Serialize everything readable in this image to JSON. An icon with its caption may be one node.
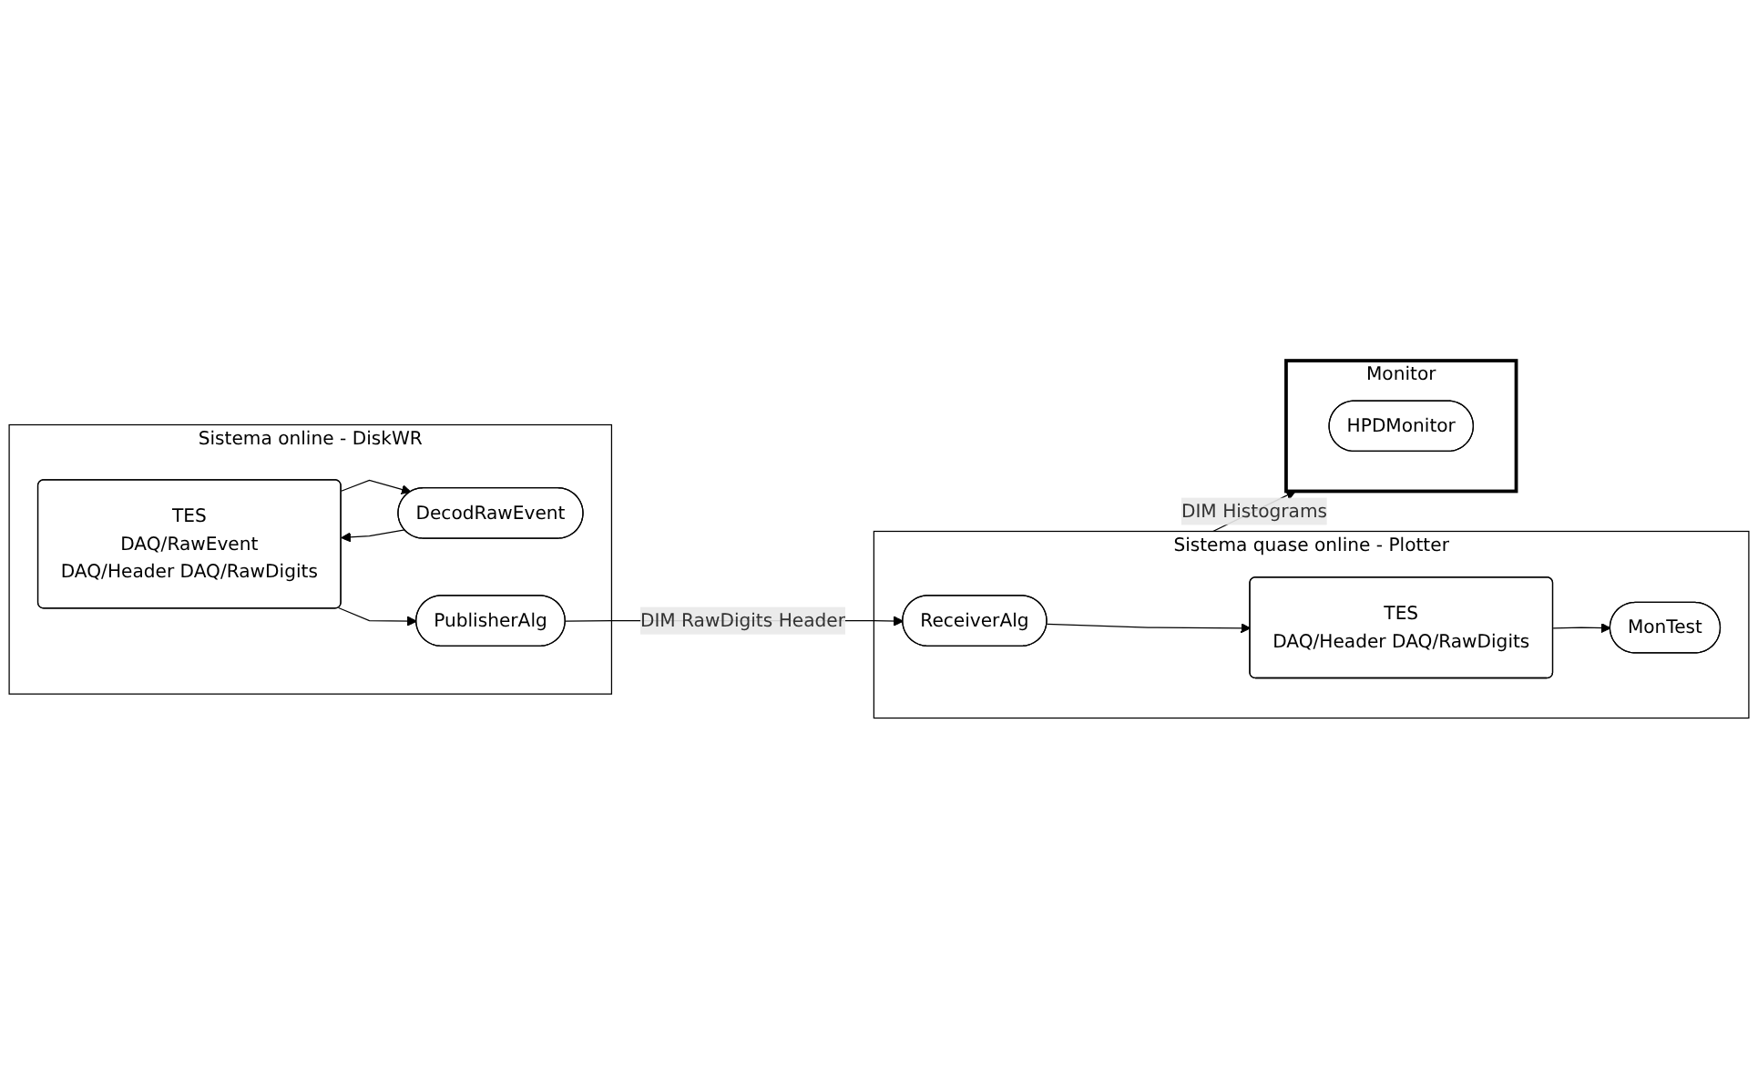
{
  "diagram": {
    "nodes": [
      {
        "text": [
          "Sistema online - DiskWR"
        ]
      },
      {
        "text": [
          "TES",
          "DAQ/RawEvent",
          "DAQ/Header DAQ/RawDigits"
        ],
        "in": 0
      },
      {
        "text": [
          "DecodRawEvent"
        ],
        "in": 0
      },
      {
        "text": [
          "PublisherAlg"
        ],
        "in": 0
      },
      {
        "text": [
          "Sistema quase online - Plotter"
        ]
      },
      {
        "text": [
          "ReceiverAlg"
        ],
        "in": 4
      },
      {
        "text": [
          "TES",
          "DAQ/Header DAQ/RawDigits"
        ],
        "in": 4
      },
      {
        "text": [
          "MonTest"
        ],
        "in": 4
      },
      {
        "text": [
          "Monitor"
        ]
      },
      {
        "text": [
          "HPDMonitor"
        ],
        "in": 8
      }
    ],
    "edges": [
      {
        "from": 1,
        "to": 2,
        "arrow": "to"
      },
      {
        "from": 2,
        "to": 1,
        "arrow": "to"
      },
      {
        "from": 1,
        "to": 3,
        "arrow": "to"
      },
      {
        "from": 3,
        "to": 5,
        "label": "DIM RawDigits Header",
        "arrow": "to"
      },
      {
        "from": 5,
        "to": 6,
        "arrow": "to"
      },
      {
        "from": 6,
        "to": 7,
        "arrow": "to"
      },
      {
        "from": 4,
        "to": 8,
        "label": "DIM Histograms",
        "arrow": "to"
      }
    ]
  }
}
